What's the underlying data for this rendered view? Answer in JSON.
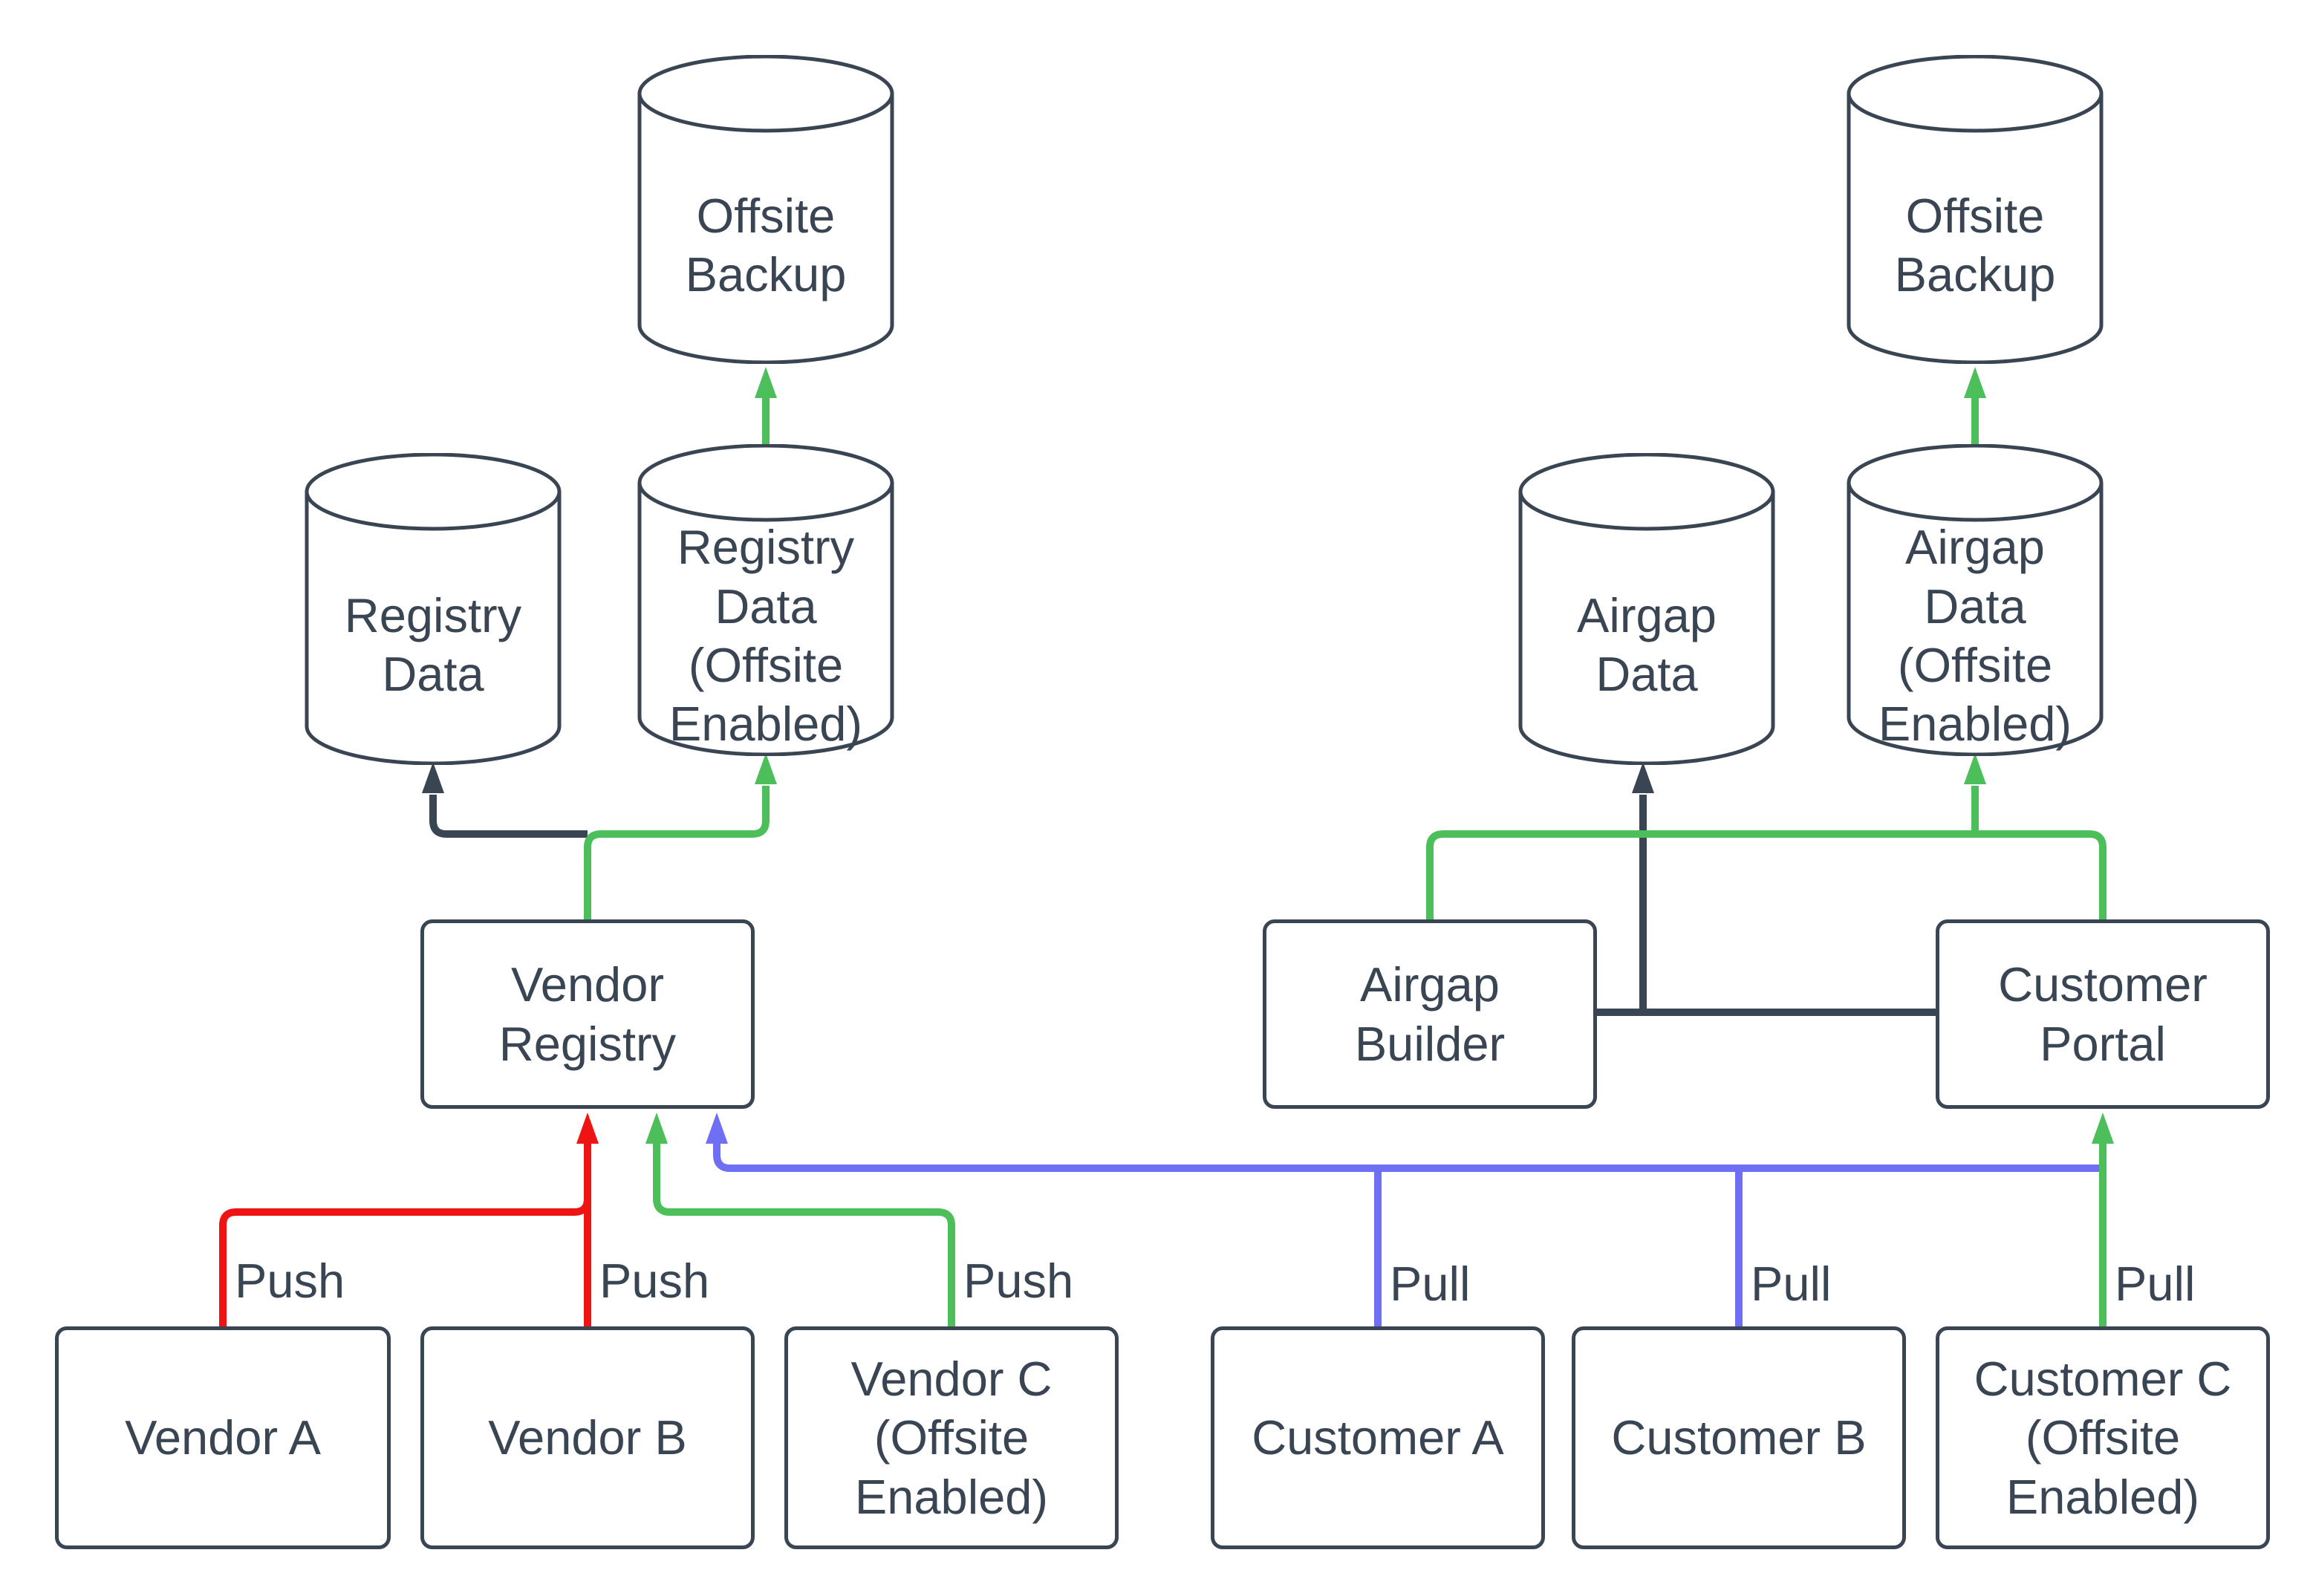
{
  "colors": {
    "outline": "#3a4554",
    "text": "#3a4554",
    "red": "#ee1414",
    "green": "#4cbe5a",
    "blue": "#6f6ff5",
    "background": "#ffffff"
  },
  "nodes": {
    "offsite_backup_left": {
      "type": "cylinder",
      "lines": [
        "Offsite",
        "Backup"
      ]
    },
    "registry_data": {
      "type": "cylinder",
      "lines": [
        "Registry",
        "Data"
      ]
    },
    "registry_data_offsite": {
      "type": "cylinder",
      "lines": [
        "Registry",
        "Data",
        "(Offsite",
        "Enabled)"
      ]
    },
    "vendor_registry": {
      "type": "box",
      "lines": [
        "Vendor",
        "Registry"
      ]
    },
    "vendor_a": {
      "type": "box",
      "lines": [
        "Vendor A"
      ]
    },
    "vendor_b": {
      "type": "box",
      "lines": [
        "Vendor B"
      ]
    },
    "vendor_c": {
      "type": "box",
      "lines": [
        "Vendor C",
        "(Offsite",
        "Enabled)"
      ]
    },
    "airgap_data": {
      "type": "cylinder",
      "lines": [
        "Airgap",
        "Data"
      ]
    },
    "airgap_data_offsite": {
      "type": "cylinder",
      "lines": [
        "Airgap",
        "Data",
        "(Offsite",
        "Enabled)"
      ]
    },
    "offsite_backup_right": {
      "type": "cylinder",
      "lines": [
        "Offsite",
        "Backup"
      ]
    },
    "airgap_builder": {
      "type": "box",
      "lines": [
        "Airgap",
        "Builder"
      ]
    },
    "customer_portal": {
      "type": "box",
      "lines": [
        "Customer",
        "Portal"
      ]
    },
    "customer_a": {
      "type": "box",
      "lines": [
        "Customer A"
      ]
    },
    "customer_b": {
      "type": "box",
      "lines": [
        "Customer B"
      ]
    },
    "customer_c": {
      "type": "box",
      "lines": [
        "Customer C",
        "(Offsite",
        "Enabled)"
      ]
    }
  },
  "edges": [
    {
      "from": "vendor_a",
      "to": "vendor_registry",
      "color": "red",
      "label": "Push"
    },
    {
      "from": "vendor_b",
      "to": "vendor_registry",
      "color": "red",
      "label": "Push"
    },
    {
      "from": "vendor_c",
      "to": "vendor_registry",
      "color": "green",
      "label": "Push"
    },
    {
      "from": "customer_a",
      "to": "vendor_registry",
      "color": "blue",
      "label": "Pull"
    },
    {
      "from": "customer_b",
      "to": "vendor_registry",
      "color": "blue",
      "label": "Pull"
    },
    {
      "from": "customer_c",
      "to": "customer_portal",
      "color": "green",
      "label": "Pull"
    },
    {
      "from": "customer_c",
      "to": "vendor_registry",
      "color": "blue",
      "label": ""
    },
    {
      "from": "vendor_registry",
      "to": "registry_data",
      "color": "dark",
      "label": ""
    },
    {
      "from": "vendor_registry",
      "to": "registry_data_offsite",
      "color": "green",
      "label": ""
    },
    {
      "from": "registry_data_offsite",
      "to": "offsite_backup_left",
      "color": "green",
      "label": ""
    },
    {
      "from": "airgap_builder",
      "to": "airgap_data",
      "color": "dark",
      "label": ""
    },
    {
      "from": "customer_portal",
      "to": "airgap_data",
      "color": "dark",
      "label": ""
    },
    {
      "from": "airgap_builder",
      "to": "airgap_data_offsite",
      "color": "green",
      "label": ""
    },
    {
      "from": "customer_portal",
      "to": "airgap_data_offsite",
      "color": "green",
      "label": ""
    },
    {
      "from": "airgap_data_offsite",
      "to": "offsite_backup_right",
      "color": "green",
      "label": ""
    }
  ]
}
